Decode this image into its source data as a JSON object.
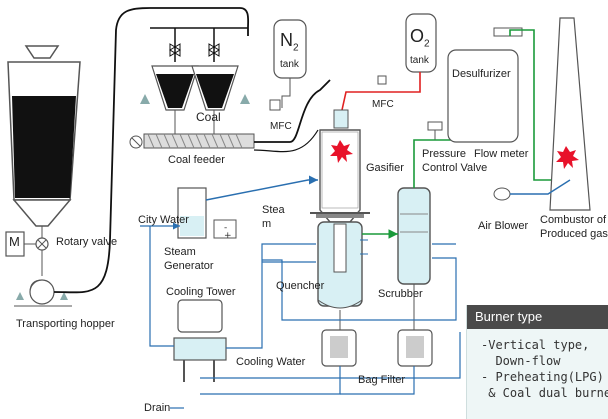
{
  "labels": {
    "coal": "Coal",
    "coal_feeder": "Coal feeder",
    "n2_tank_main": "N",
    "n2_tank_sub": "2",
    "n2_tank_word": "tank",
    "o2_tank_main": "O",
    "o2_tank_sub": "2",
    "o2_tank_word": "tank",
    "mfc_left": "MFC",
    "mfc_right": "MFC",
    "gasifier": "Gasifier",
    "pressure_control_valve_line1": "Pressure",
    "pressure_control_valve_line2": "Control Valve",
    "flow_meter": "Flow meter",
    "desulfurizer": "Desulfurizer",
    "combustor_line1": "Combustor of",
    "combustor_line2": "Produced gas",
    "air_blower": "Air Blower",
    "rotary_valve": "Rotary valve",
    "motor": "M",
    "transporting_hopper": "Transporting hopper",
    "city_water": "City Water",
    "steam_line1": "Stea",
    "steam_line2": "m",
    "steam_generator_line1": "Steam",
    "steam_generator_line2": "Generator",
    "cooling_tower": "Cooling Tower",
    "quencher": "Quencher",
    "scrubber": "Scrubber",
    "cooling_water": "Cooling Water",
    "bag_filter": "Bag Filter",
    "drain": "Drain"
  },
  "burner_panel": {
    "title": "Burner type",
    "lines": [
      "-Vertical type,",
      "  Down-flow",
      "- Preheating(LPG)",
      " & Coal dual burner"
    ]
  },
  "colors": {
    "steam_line": "#2a6fb0",
    "oxygen_line": "#e02020",
    "gas_line": "#1a9a3a",
    "transport_line": "#111111",
    "vessel_fill": "#d8f0f4",
    "coal_fill": "#111111",
    "flame": "#e8122a",
    "panel_header": "#4a4a4a",
    "panel_bg": "#eef6f6"
  }
}
